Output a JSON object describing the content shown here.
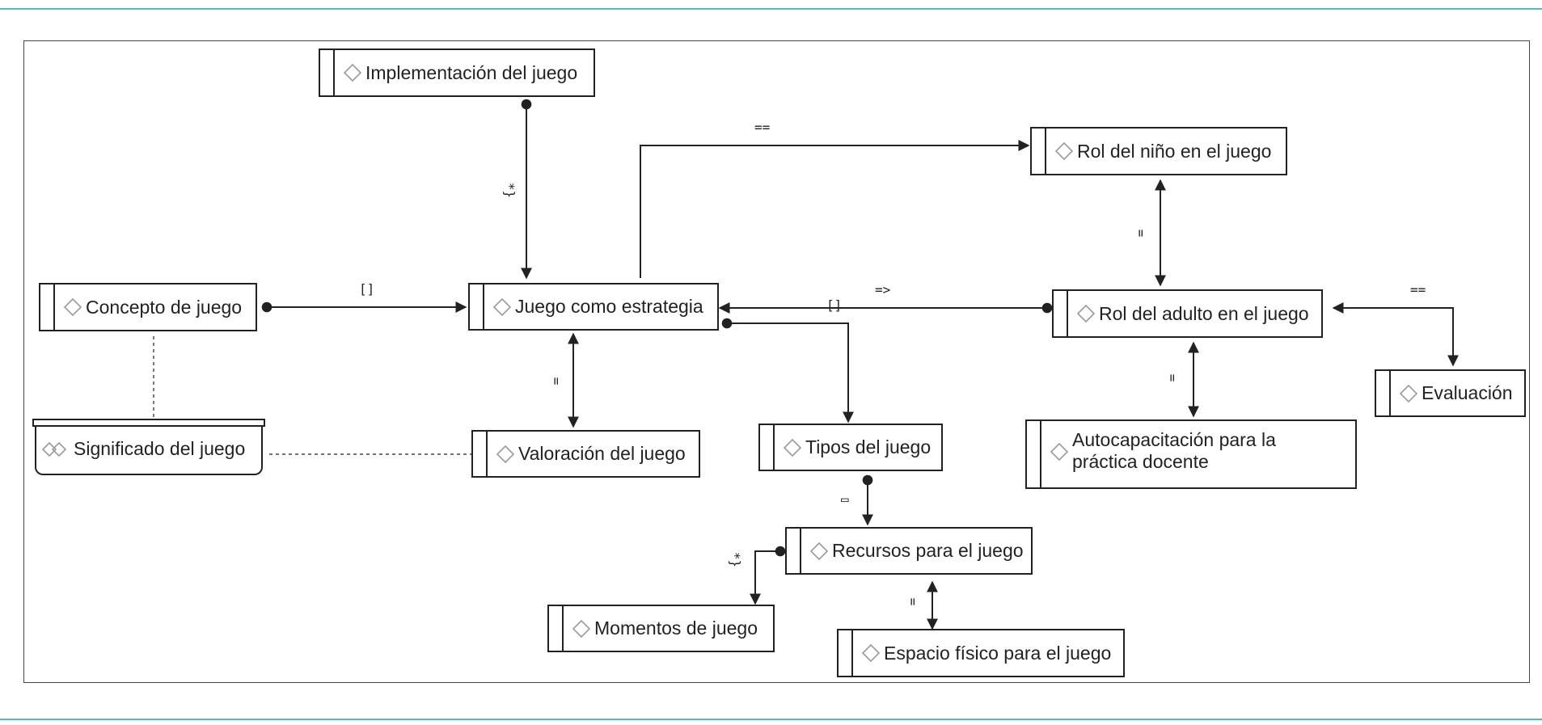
{
  "nodes": {
    "implementacion": "Implementación del juego",
    "concepto": "Concepto de juego",
    "juego_estrategia": "Juego como estrategia",
    "rol_nino": "Rol del niño en el juego",
    "rol_adulto": "Rol del adulto en el juego",
    "evaluacion": "Evaluación",
    "significado": "Significado del juego",
    "valoracion": "Valoración del juego",
    "tipos": "Tipos del juego",
    "autocapacitacion": "Autocapacitación para la práctica docente",
    "recursos": "Recursos para el juego",
    "momentos": "Momentos de juego",
    "espacio": "Espacio físico para el juego"
  },
  "edge_labels": {
    "concepto_estrategia": "[]",
    "implementacion_estrategia": "*}",
    "estrategia_nino": "==",
    "nino_adulto": "=",
    "adulto_estrategia_a": "=>",
    "adulto_estrategia_b": "[]",
    "adulto_evaluacion": "==",
    "estrategia_valoracion": "=",
    "adulto_autocap": "=",
    "tipos_recursos": "▭",
    "recursos_momentos": "*}",
    "recursos_espacio": "="
  },
  "colors": {
    "rule": "#4fc1c1",
    "stroke": "#222222",
    "icon": "#9a9a9a"
  }
}
